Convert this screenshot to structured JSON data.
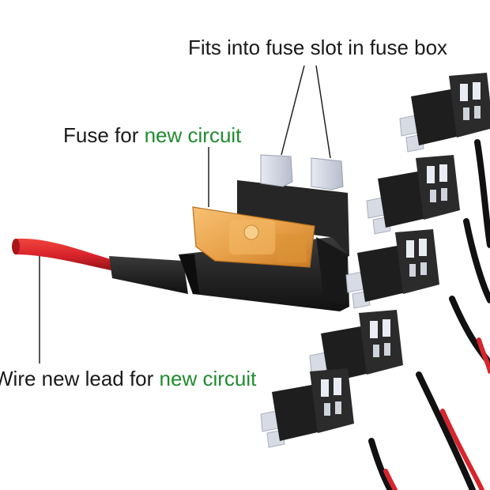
{
  "labels": {
    "fuse_slot": "Fits into fuse slot in fuse box",
    "fuse_prefix": "Fuse for ",
    "fuse_highlight": "new circuit",
    "wire_prefix": "Wire new lead for ",
    "wire_highlight": "new circuit"
  },
  "colors": {
    "highlight_text": "#1f8c2e",
    "label_text": "#1a1a1a",
    "wire_red": "#d8242b",
    "fuse_amber": "#e9a24a",
    "holder_black": "#1c1c1c",
    "prong_silver": "#c9cfdc"
  },
  "stack_count": 5
}
